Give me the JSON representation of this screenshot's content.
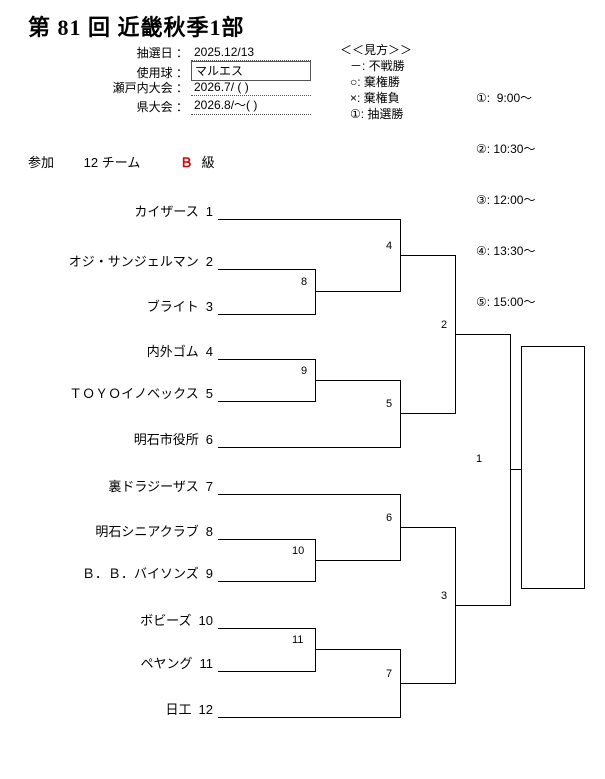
{
  "title": "第 81 回 近畿秋季1部",
  "info": {
    "rows": [
      {
        "label": "抽選日 ：",
        "value": "2025.12/13"
      },
      {
        "label": "使用球 ：",
        "value": "マルエス"
      },
      {
        "label": "瀬戸内大会 ：",
        "value": "2026.7/ ( )"
      },
      {
        "label": "県大会 ：",
        "value": "2026.8/～( )"
      }
    ]
  },
  "legend": {
    "title": "＜＜見方＞＞",
    "items": [
      "－: 不戦勝",
      "○: 棄権勝",
      "×: 棄権負",
      "①: 抽選勝"
    ]
  },
  "times": [
    "①:  9:00～",
    "②: 10:30～",
    "③: 12:00～",
    "④: 13:30～",
    "⑤: 15:00～"
  ],
  "participation": {
    "label": "参加",
    "count": "12 チーム",
    "class_letter": "Ｂ",
    "class_suffix": "級",
    "class_color": "#dd0000"
  },
  "bracket": {
    "teams": [
      {
        "name": "カイザース",
        "seed": "1"
      },
      {
        "name": "オジ・サンジェルマン",
        "seed": "2"
      },
      {
        "name": "ブライト",
        "seed": "3"
      },
      {
        "name": "内外ゴム",
        "seed": "4"
      },
      {
        "name": "ＴＯＹＯイノベックス",
        "seed": "5"
      },
      {
        "name": "明石市役所",
        "seed": "6"
      },
      {
        "name": "裏ドラジーザス",
        "seed": "7"
      },
      {
        "name": "明石シニアクラブ",
        "seed": "8"
      },
      {
        "name": "Ｂ．Ｂ．バイソンズ",
        "seed": "9"
      },
      {
        "name": "ボビーズ",
        "seed": "10"
      },
      {
        "name": "ペヤング",
        "seed": "11"
      },
      {
        "name": "日工",
        "seed": "12"
      }
    ],
    "match_numbers": {
      "m1": "1",
      "m2": "2",
      "m3": "3",
      "m4": "4",
      "m5": "5",
      "m6": "6",
      "m7": "7",
      "m8": "8",
      "m9": "9",
      "m10": "10",
      "m11": "11"
    }
  }
}
